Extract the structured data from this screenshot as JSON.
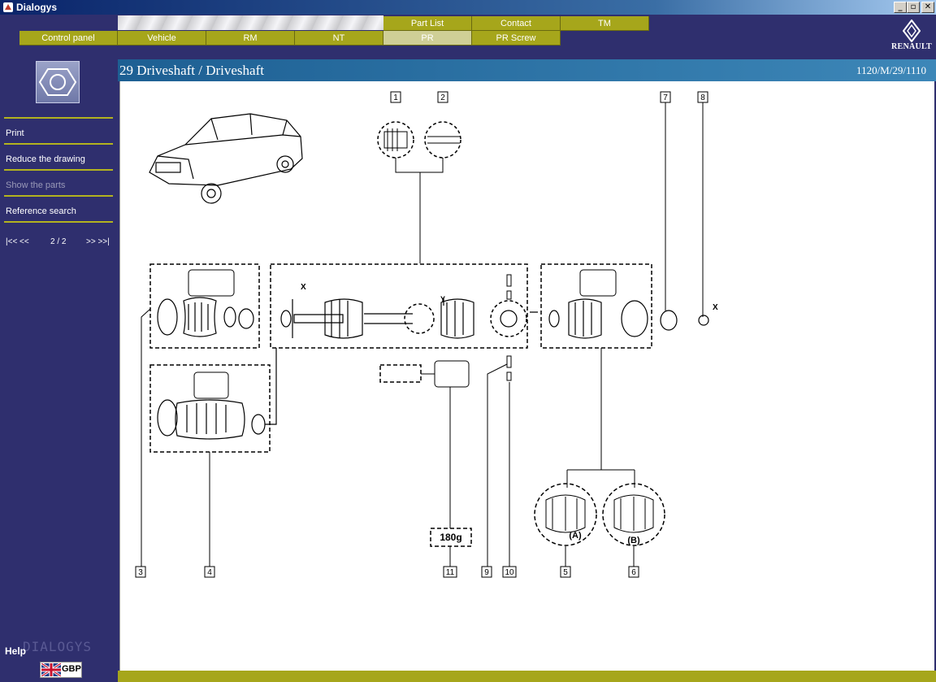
{
  "window": {
    "title": "Dialogys",
    "controls": [
      "_",
      "▫",
      "✕"
    ]
  },
  "tabs_top": [
    "Part List",
    "Contact",
    "TM"
  ],
  "tabs_bottom": [
    "Control panel",
    "Vehicle",
    "RM",
    "NT",
    "PR",
    "PR Screw"
  ],
  "active_tab": "PR",
  "brand": {
    "logo_text": "RENAULT"
  },
  "sidebar": {
    "items": [
      {
        "label": "Print",
        "enabled": true
      },
      {
        "label": "Reduce the drawing",
        "enabled": true
      },
      {
        "label": "Show the parts",
        "enabled": false
      },
      {
        "label": "Reference search",
        "enabled": true
      }
    ],
    "pager": {
      "first_prev": "|<< <<",
      "page": "2 / 2",
      "next_last": ">> >>|"
    },
    "help_label": "Help",
    "watermark": "DIALOGYS",
    "language_code": "GBP"
  },
  "page": {
    "title": "29 Driveshaft / Driveshaft",
    "reference": "1120/M/29/1110"
  },
  "diagram": {
    "callouts": [
      "1",
      "2",
      "3",
      "4",
      "5",
      "6",
      "7",
      "8",
      "9",
      "10",
      "11"
    ],
    "grease_label": "180g",
    "variant_a": "(A)",
    "variant_b": "(B)",
    "dim_x": "X",
    "dim_y": "Y"
  },
  "colors": {
    "panel": "#2f2f6e",
    "tab": "#a6a61b",
    "tab_active": "#cfcf96",
    "header_blue": "#1d5f93"
  }
}
